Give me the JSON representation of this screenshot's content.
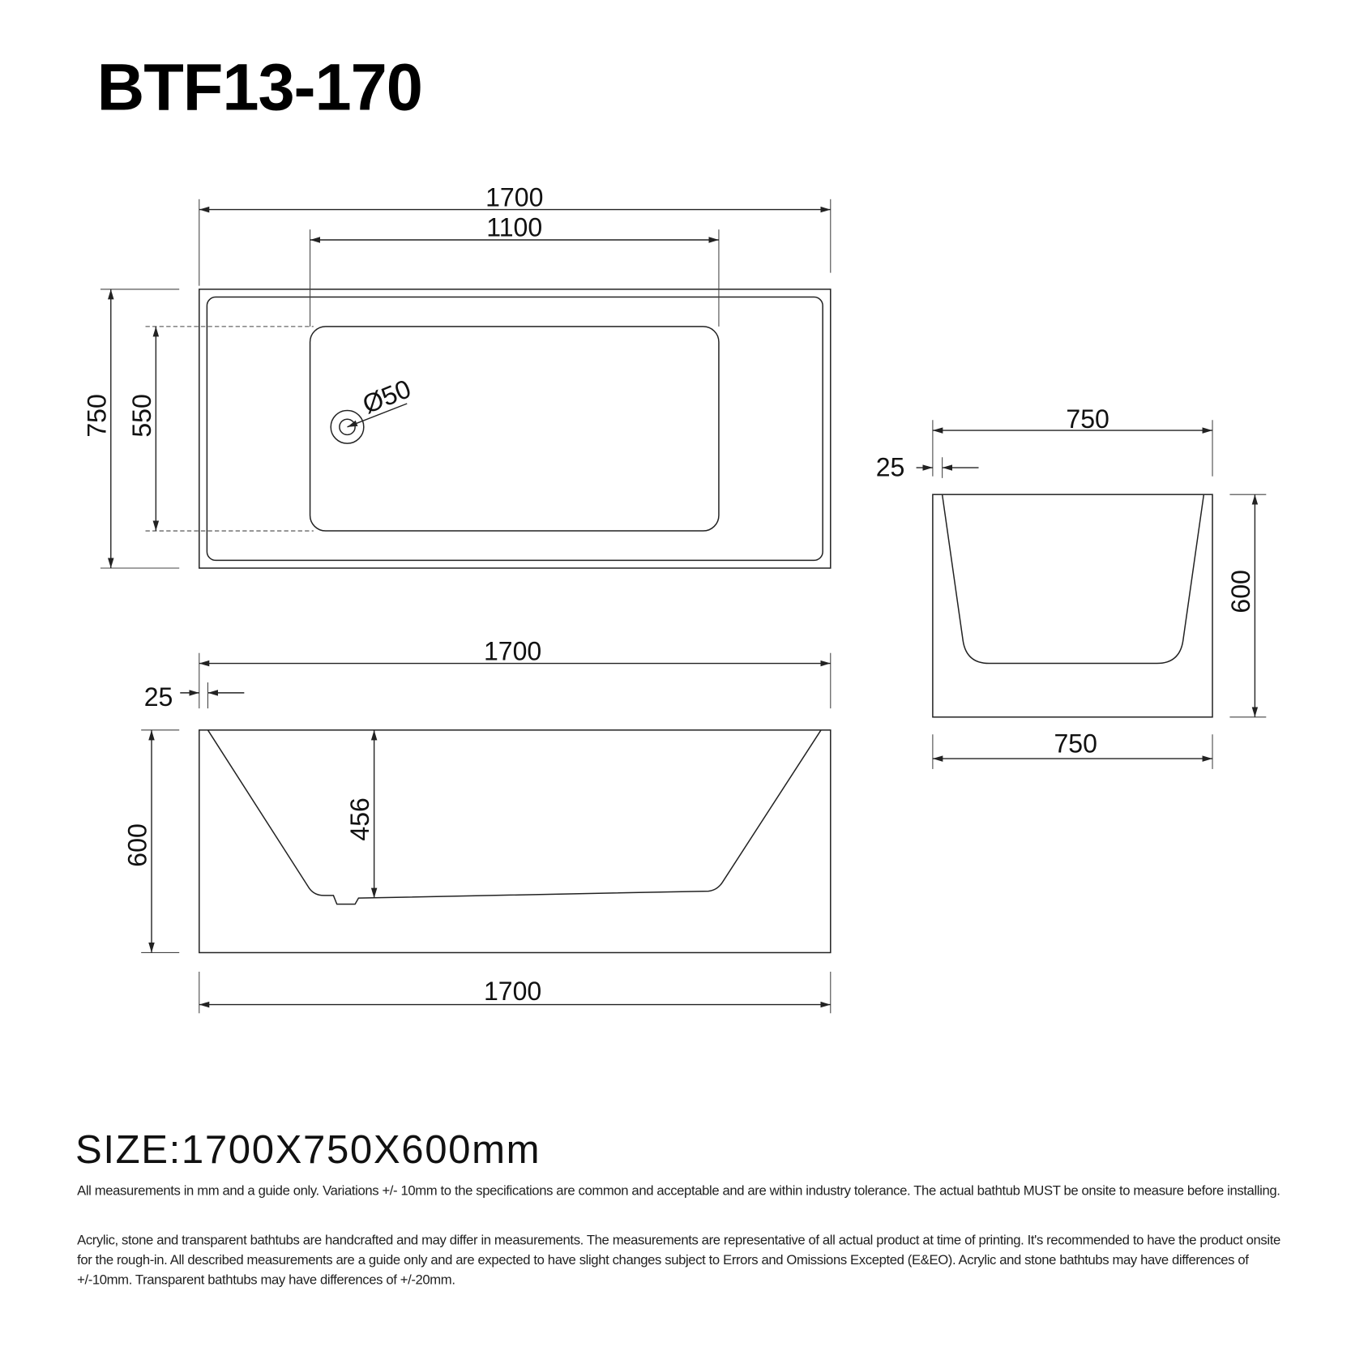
{
  "title": "BTF13-170",
  "top_view": {
    "length": "1700",
    "basin_length": "1100",
    "width": "750",
    "basin_width": "550",
    "drain": "Ø50"
  },
  "side_view": {
    "length_top": "1700",
    "rim": "25",
    "height": "600",
    "depth": "456",
    "length_bottom": "1700"
  },
  "end_view": {
    "width_top": "750",
    "rim": "25",
    "height": "600",
    "width_bottom": "750"
  },
  "size": "SIZE:1700X750X600mm",
  "notes": [
    "All measurements in mm and a guide only. Variations +/- 10mm to the specifications are common and acceptable and are within industry tolerance. The actual bathtub MUST be onsite to measure before installing.",
    "Acrylic, stone and transparent bathtubs are handcrafted and may differ in measurements. The measurements are representative of all actual product at time of printing. It's recommended to have the product onsite for the rough-in. All described measurements are a guide only and are expected to have slight changes subject to Errors and Omissions Excepted (E&EO). Acrylic and stone bathtubs may have differences of +/-10mm. Transparent bathtubs may have differences of +/-20mm."
  ]
}
